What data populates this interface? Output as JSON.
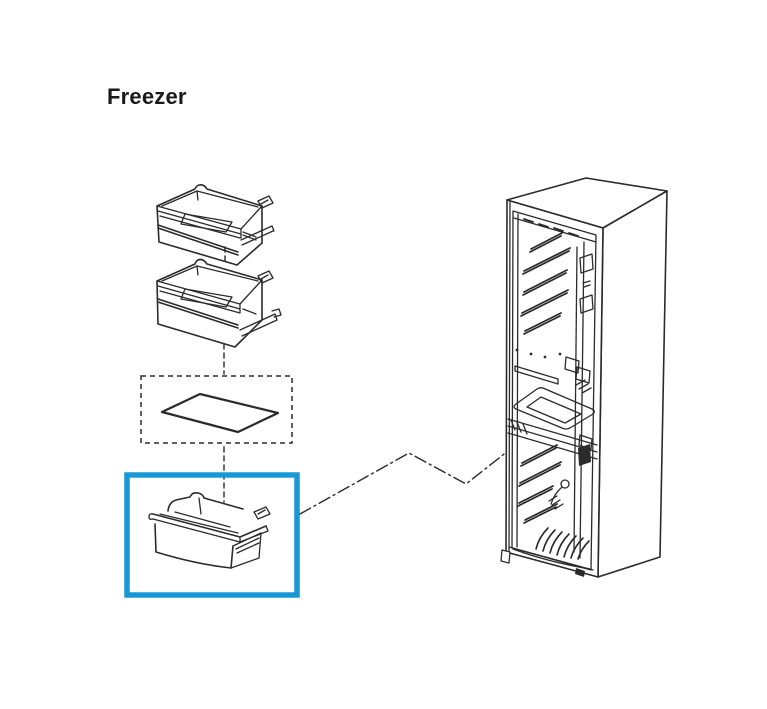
{
  "page": {
    "title": "Freezer",
    "background_color": "#ffffff",
    "title_color": "#1a1a1a"
  },
  "diagram": {
    "type": "exploded-parts-diagram",
    "line_color": "#2b2b2b",
    "highlight_color": "#1899d6",
    "selected_part": "freezer-drawer-lower",
    "parts": [
      "freezer-drawer-upper",
      "freezer-drawer-middle",
      "shelf-panel",
      "freezer-drawer-lower",
      "refrigerator-cabinet"
    ]
  }
}
